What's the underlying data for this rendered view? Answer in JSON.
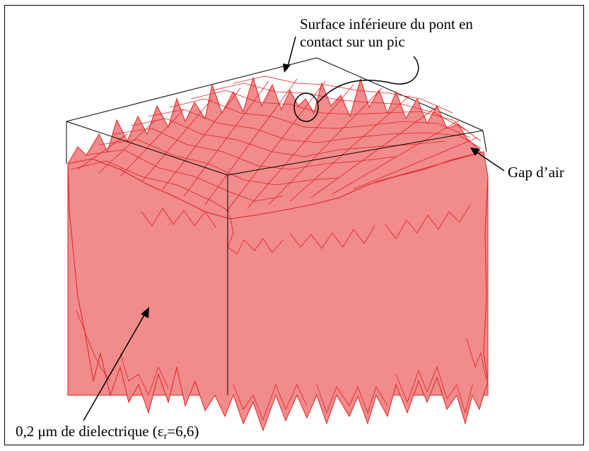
{
  "annotations": {
    "top_line1": "Surface inférieure du pont en",
    "top_line2": "contact sur un pic",
    "gap": "Gap d’air",
    "diel_prefix": "0,2 μm de dielectrique (",
    "diel_symbol": "ε",
    "diel_sub": "r",
    "diel_suffix": "=6,6)"
  },
  "colors": {
    "fill": "#f28b8b",
    "mesh": "#e02020",
    "outline": "#000000"
  }
}
